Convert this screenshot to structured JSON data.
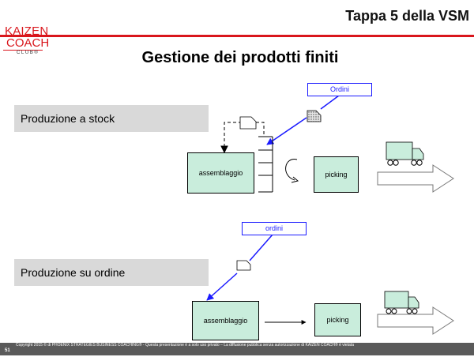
{
  "header": {
    "tappa": "Tappa 5 della VSM",
    "logo": {
      "line1": "KAIZEN",
      "line2": "COACH",
      "line3": "CLUB®"
    }
  },
  "title": "Gestione dei prodotti finiti",
  "section1": {
    "label": "Produzione a stock",
    "order_bubble": "Ordini",
    "process_a": "assemblaggio",
    "process_b": "picking"
  },
  "section2": {
    "label": "Produzione su ordine",
    "order_bubble": "ordini",
    "process_a": "assemblaggio",
    "process_b": "picking"
  },
  "footer": {
    "page": "51",
    "copyright": "Copyright 2015 © di PHOENIX STRATEGIES BUSINESS COACHING® - Questa presentazione è a solo uso privato – La diffusione pubblica senza autorizzazione di KAIZEN COACH® è vietata"
  },
  "colors": {
    "accent": "#d9161c",
    "process_fill": "#c9eddc",
    "order_blue": "#1a1aff"
  }
}
